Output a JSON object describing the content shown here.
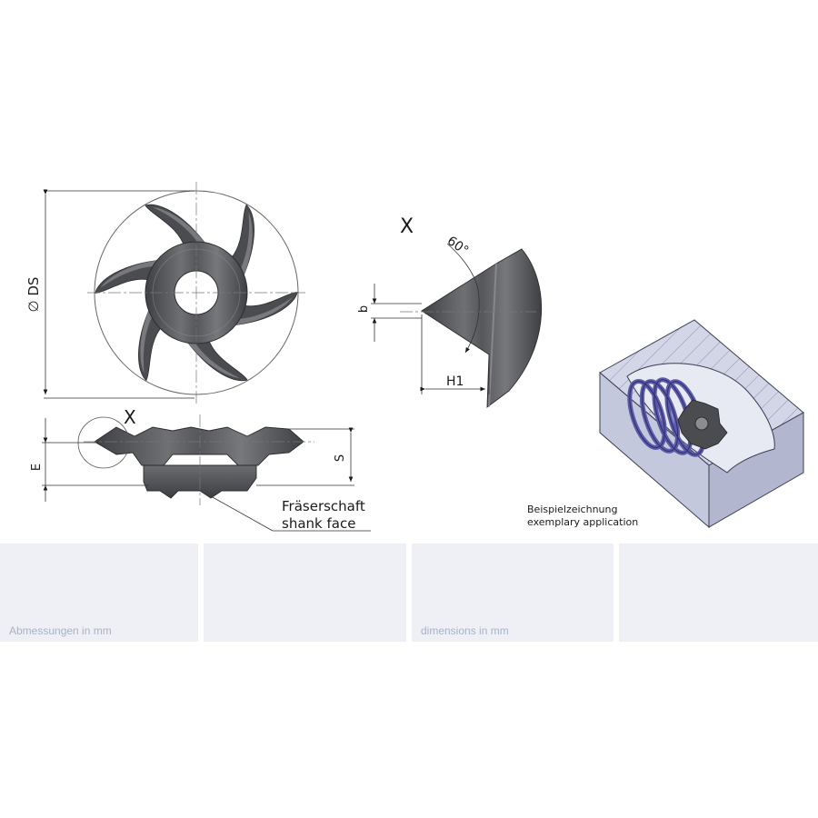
{
  "labels": {
    "diameter": "∅ DS",
    "detail_x_top": "X",
    "detail_x_side": "X",
    "angle": "60°",
    "b": "b",
    "h1": "H1",
    "e": "E",
    "s": "S",
    "shank_de": "Fräserschaft",
    "shank_en": "shank face",
    "example_de": "Beispielzeichnung",
    "example_en": "exemplary application"
  },
  "footer": {
    "panel1": "Abmessungen in mm",
    "panel2": "",
    "panel3": "dimensions in mm",
    "panel4": ""
  },
  "colors": {
    "tool_dark": "#4a4c50",
    "tool_mid": "#6a6c70",
    "workpiece": "#d3d6e6",
    "thread": "#5a5aa8",
    "footer_panel": "#eef0f5",
    "footer_text": "#a9b1c7"
  }
}
